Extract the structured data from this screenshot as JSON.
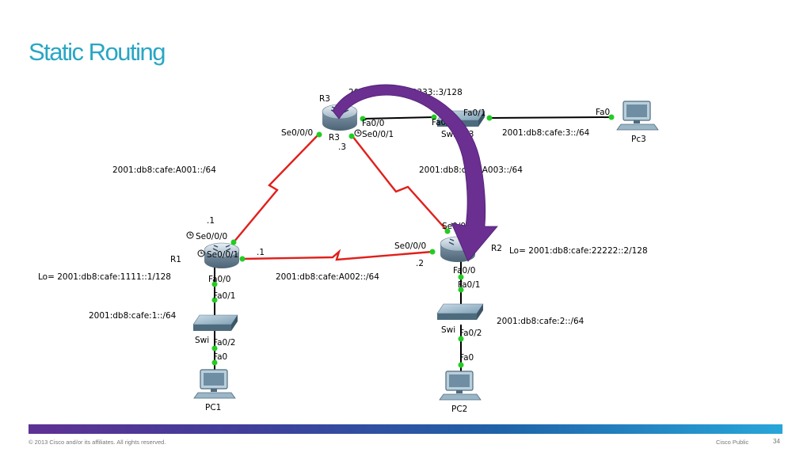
{
  "slide": {
    "title": "Static Routing",
    "copyright": "© 2013 Cisco and/or its affiliates. All rights reserved.",
    "classification": "Cisco Public",
    "page_number": "34"
  },
  "colors": {
    "title": "#29a6c4",
    "serial_link": "#e0201b",
    "ethernet_link": "#000000",
    "port_dot": "#22cc22",
    "arrow": "#6a2f91"
  },
  "labels": {
    "r3_name_top": "R3",
    "r3_loopback": "2001:db8:cafe:3333::3/128",
    "r3_se000": "Se0/0/0",
    "r3_name": "R3",
    "r3_se001": "Se0/0/1",
    "r3_host": ".3",
    "r3_fa00": "Fa0/0",
    "sw3_fa02": "Fa0/2",
    "sw3_fa01": "Fa0/1",
    "sw3_name": "Switch3",
    "pc3_fa0": "Fa0",
    "pc3_name": "Pc3",
    "lan3": "2001:db8:cafe:3::/64",
    "net_a001": "2001:db8:cafe:A001::/64",
    "net_a003": "2001:db8:cafe:A003::/64",
    "r1_host_a001": ".1",
    "r1_se000": "Se0/0/0",
    "r1_se001": "Se0/0/1",
    "r1_host_a002": ".1",
    "r1_name": "R1",
    "r1_loopback": "Lo= 2001:db8:cafe:1111::1/128",
    "r1_fa00": "Fa0/0",
    "sw1_fa01": "Fa0/1",
    "lan1": "2001:db8:cafe:1::/64",
    "sw1_name": "Swi",
    "sw1_fa02": "Fa0/2",
    "pc1_fa0": "Fa0",
    "pc1_name": "PC1",
    "net_a002": "2001:db8:cafe:A002::/64",
    "r2_se001": "Se0/0/1",
    "r2_se000": "Se0/0/0",
    "r2_host": ".2",
    "r2_name": "R2",
    "r2_loopback": "Lo= 2001:db8:cafe:22222::2/128",
    "r2_fa00": "Fa0/0",
    "sw2_fa01": "Fa0/1",
    "lan2": "2001:db8:cafe:2::/64",
    "sw2_name": "Swi",
    "sw2_fa02": "Fa0/2",
    "pc2_fa0": "Fa0",
    "pc2_name": "PC2"
  }
}
